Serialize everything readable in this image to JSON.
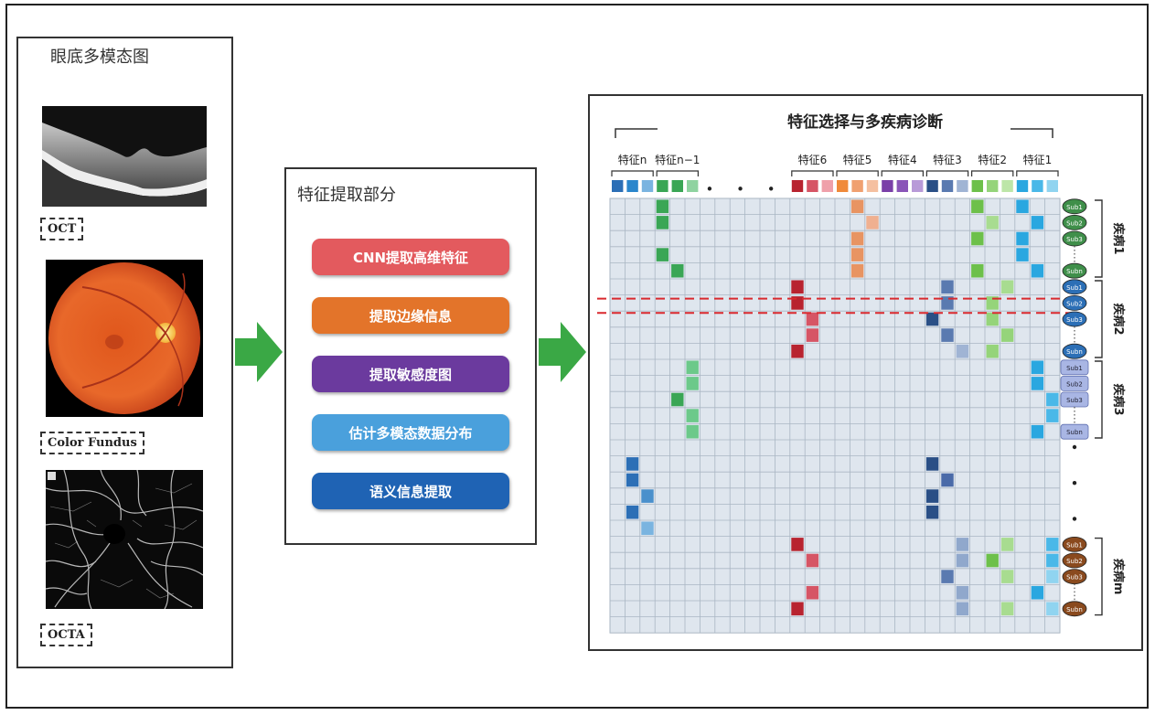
{
  "left_panel": {
    "title": "眼底多模态图",
    "labels": [
      "OCT",
      "Color Fundus",
      "OCTA"
    ]
  },
  "mid_panel": {
    "title": "特征提取部分",
    "steps": [
      {
        "label": "CNN提取高维特征",
        "color": "#e35a5e"
      },
      {
        "label": "提取边缘信息",
        "color": "#e3742a"
      },
      {
        "label": "提取敏感度图",
        "color": "#6b3a9e"
      },
      {
        "label": "估计多模态数据分布",
        "color": "#4aa0dc"
      },
      {
        "label": "语义信息提取",
        "color": "#1f63b4"
      }
    ]
  },
  "right_panel": {
    "title": "特征选择与多疾病诊断",
    "feature_labels": [
      "特征n",
      "特征n−1",
      "特征6",
      "特征5",
      "特征4",
      "特征3",
      "特征2",
      "特征1"
    ],
    "ellipsis": "• • •",
    "disease_labels": [
      "疾病1",
      "疾病2",
      "疾病3",
      "疾病m"
    ],
    "sub_labels": [
      "Sub1",
      "Sub2",
      "Sub3",
      "Subn"
    ],
    "colors": {
      "grid_cell": "#dfe6ee",
      "grid_line": "#aab6c3",
      "dashed_line": "#d9292e",
      "green": "#3aa655",
      "red": "#b8232f",
      "orange": "#e89462",
      "purple": "#7a3fa8",
      "navy": "#2a4f86",
      "lime": "#7cc26a",
      "cyan": "#2aa7e0",
      "blue": "#2c6fb6"
    }
  }
}
